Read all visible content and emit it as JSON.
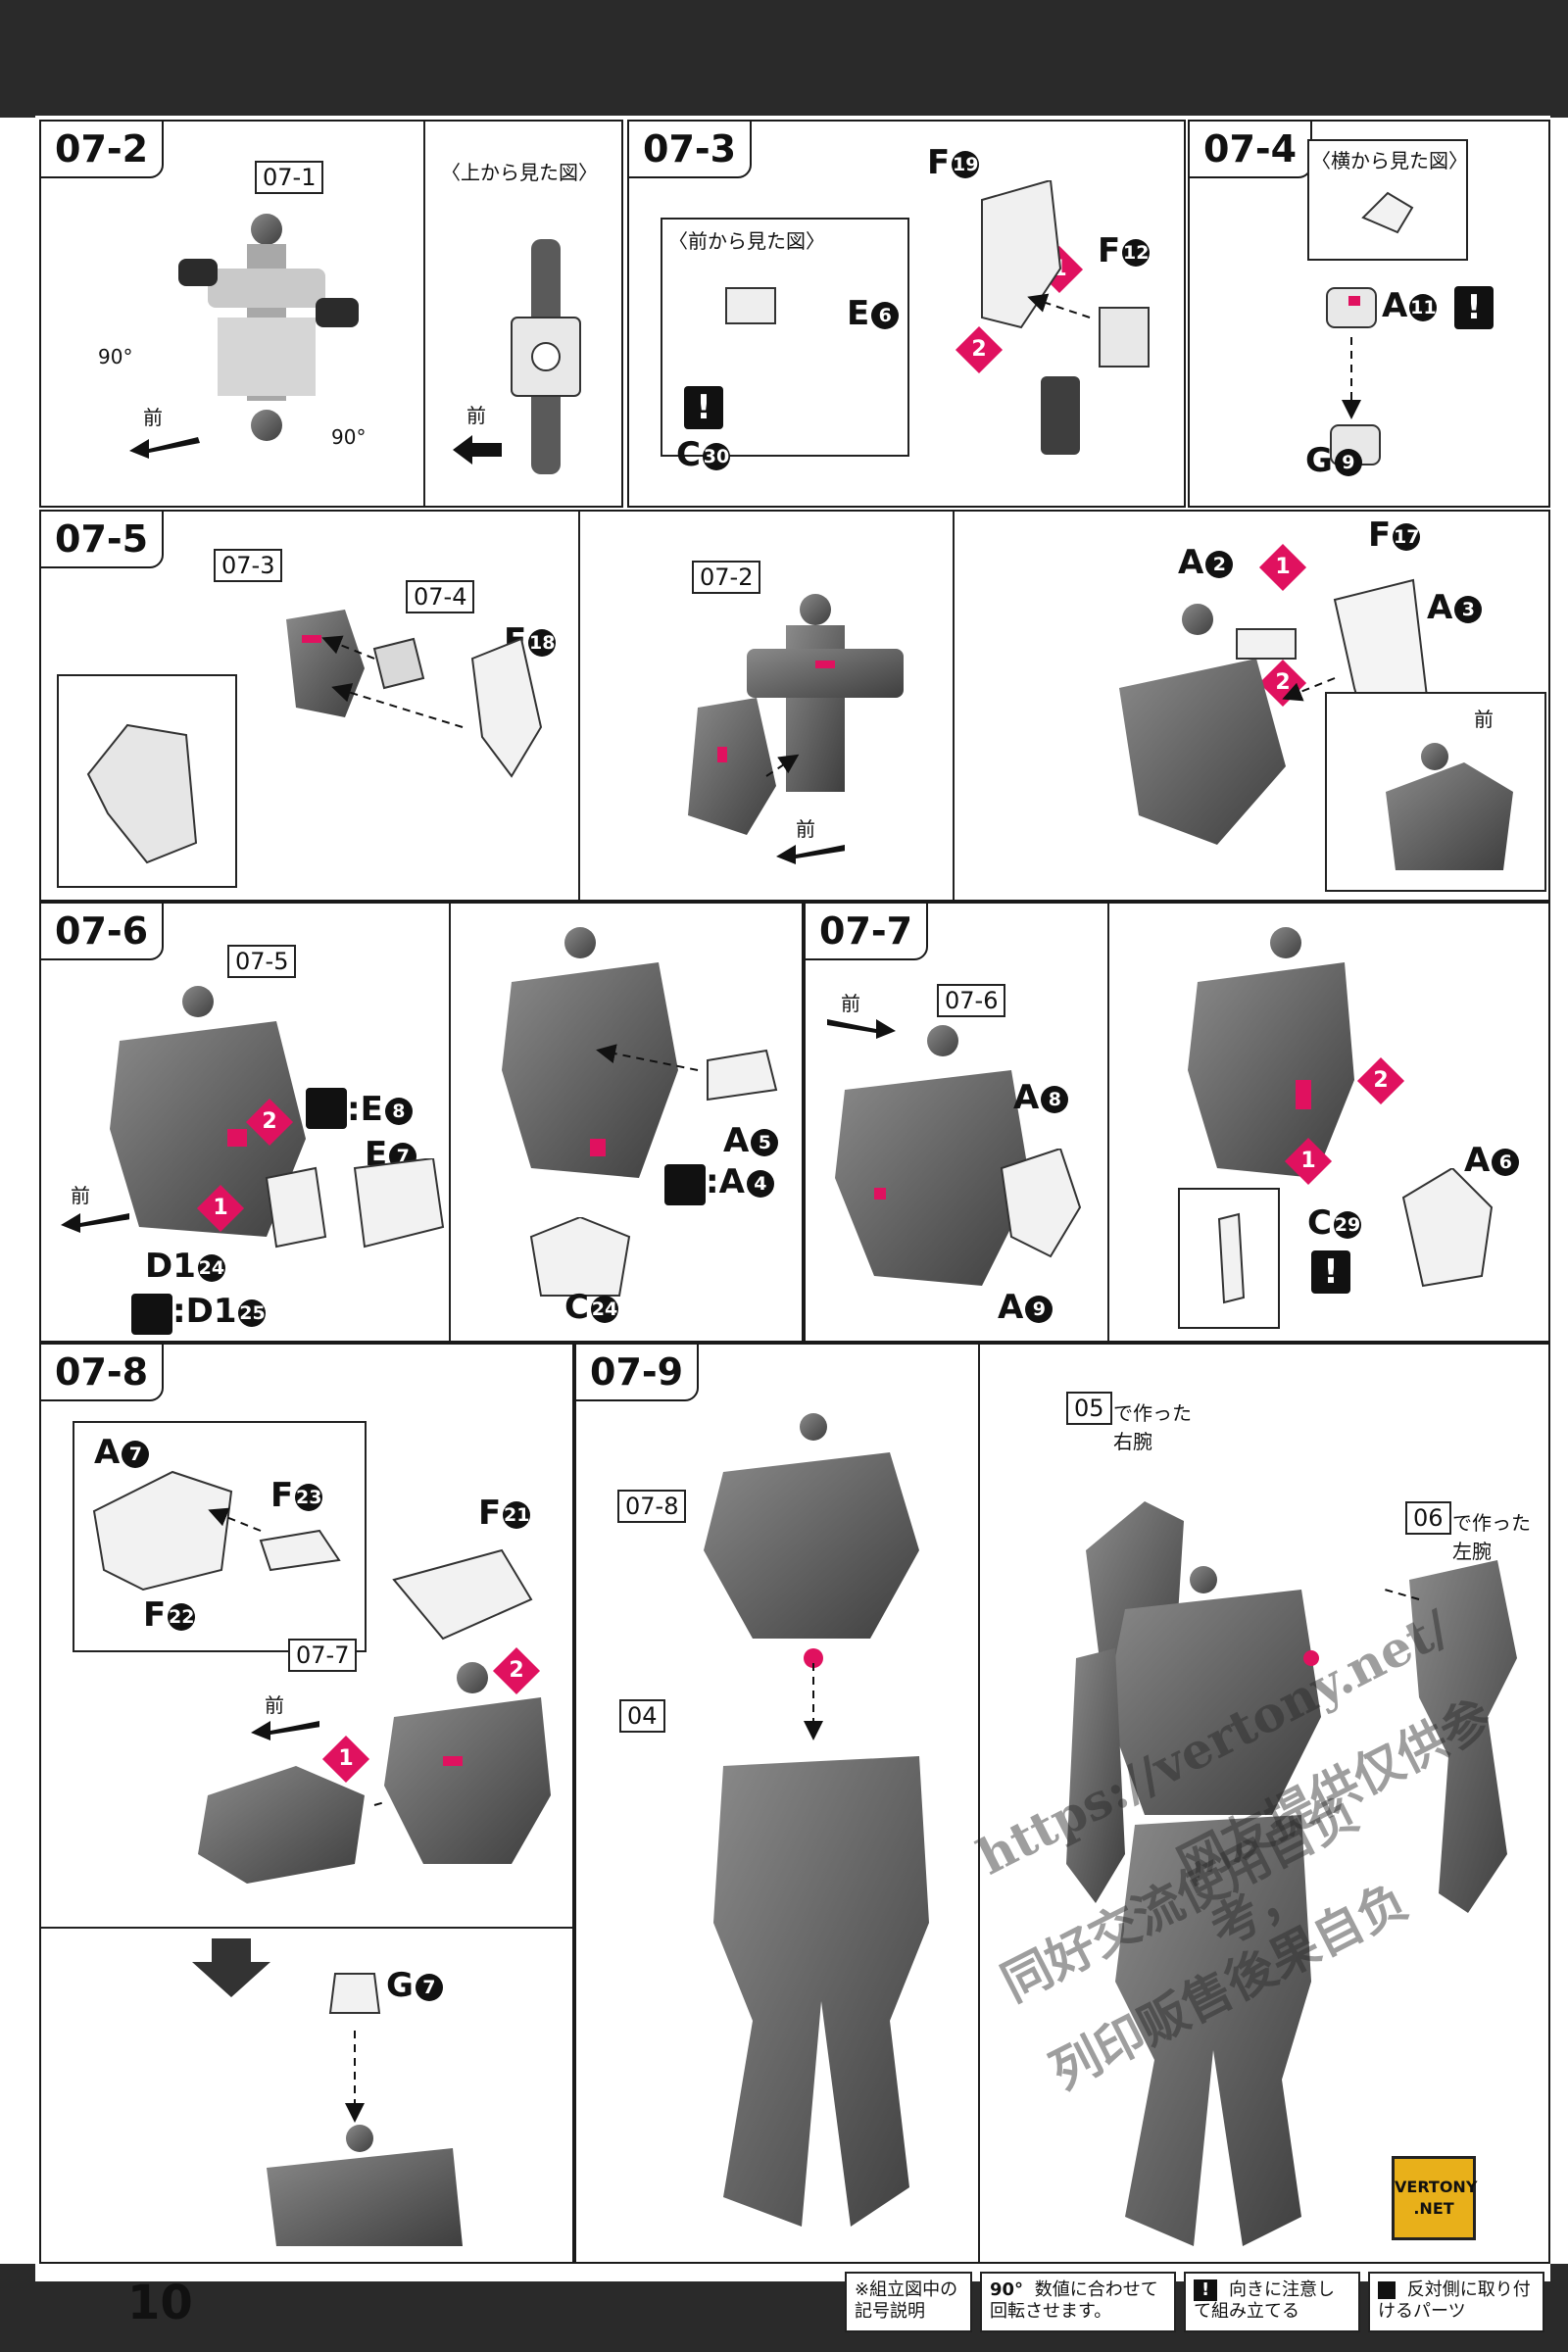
{
  "page": {
    "number": "10"
  },
  "steps": {
    "s2": {
      "title": "07-2",
      "ref": "07-1",
      "view_label": "〈上から見た図〉",
      "front": "前",
      "front2": "前",
      "rot1": "90°",
      "rot2": "90°"
    },
    "s3": {
      "title": "07-3",
      "view_label": "〈前から見た図〉",
      "parts": {
        "e": "E",
        "e_num": "6",
        "c": "C",
        "c_num": "30",
        "f1": "F",
        "f1_num": "19",
        "f2": "F",
        "f2_num": "12"
      },
      "step1": "1",
      "step2": "2"
    },
    "s4": {
      "title": "07-4",
      "view_label": "〈横から見た図〉",
      "parts": {
        "a": "A",
        "a_num": "11",
        "g": "G",
        "g_num": "9"
      }
    },
    "s5": {
      "title": "07-5",
      "ref1": "07-3",
      "ref2": "07-4",
      "ref3": "07-2",
      "front": "前",
      "front2": "前",
      "parts": {
        "f18": "F",
        "f18_num": "18",
        "f17": "F",
        "f17_num": "17",
        "a2": "A",
        "a2_num": "2",
        "a3": "A",
        "a3_num": "3"
      },
      "step1": "1",
      "step2": "2"
    },
    "s6": {
      "title": "07-6",
      "ref": "07-5",
      "front": "前",
      "parts": {
        "e8": ":E",
        "e8_num": "8",
        "e7": "E",
        "e7_num": "7",
        "d124": "D1",
        "d124_num": "24",
        "d125": ":D1",
        "d125_num": "25",
        "a5": "A",
        "a5_num": "5",
        "a4": ":A",
        "a4_num": "4",
        "c24": "C",
        "c24_num": "24"
      },
      "step1": "1",
      "step2": "2"
    },
    "s7": {
      "title": "07-7",
      "ref": "07-6",
      "front": "前",
      "parts": {
        "a8": "A",
        "a8_num": "8",
        "a9": "A",
        "a9_num": "9",
        "a6": "A",
        "a6_num": "6",
        "c29": "C",
        "c29_num": "29"
      },
      "step1": "1",
      "step2": "2"
    },
    "s8": {
      "title": "07-8",
      "ref": "07-7",
      "front": "前",
      "parts": {
        "a7": "A",
        "a7_num": "7",
        "f23": "F",
        "f23_num": "23",
        "f22": "F",
        "f22_num": "22",
        "f21": "F",
        "f21_num": "21",
        "g7": "G",
        "g7_num": "7"
      },
      "step1": "1",
      "step2": "2"
    },
    "s9": {
      "title": "07-9",
      "ref_head": "07-8",
      "ref_legs": "04",
      "ref_right": "05",
      "right_text": "で作った 右腕",
      "ref_left": "06",
      "left_text": "で作った 左腕"
    }
  },
  "legend": {
    "intro": "※組立図中の記号説明",
    "rotate_icon": "90°",
    "rotate_text": "数値に合わせて回転させます。",
    "warn_icon": "!",
    "warn_text": "向きに注意して組み立てる",
    "flip_text": "反対側に取り付けるパーツ"
  },
  "watermark": {
    "url": "https://vertony.net/",
    "line1": "网友提供仅供参考，",
    "line2": "同好交流使用自负",
    "line3": "列印贩售後果自负",
    "logo_text": "VERTONY .NET"
  },
  "colors": {
    "accent": "#e0115f",
    "part_gray": "#5c5c5c"
  }
}
